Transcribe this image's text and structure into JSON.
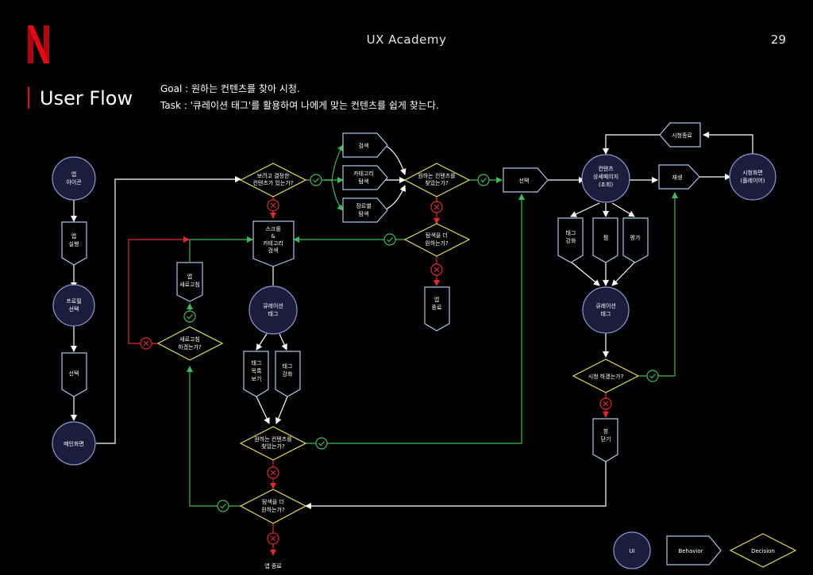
{
  "header": {
    "brand_logo_letter": "N",
    "center_title": "UX Academy",
    "page_number": "29"
  },
  "slide": {
    "title": "User Flow",
    "goal": "Goal : 원하는 컨텐츠를 찾아 시청.",
    "task": "Task : '큐레이션 태그'를 활용하여 나에게 맞는 컨텐츠를 쉽게 찾는다."
  },
  "colors": {
    "background": "#000000",
    "ui_circle_fill": "#1c1c3c",
    "behavior_stroke": "#a9c6e8",
    "decision_stroke": "#e8e24a",
    "yes_green": "#3dbb54",
    "no_red": "#e0282e",
    "brand_red": "#e50914"
  },
  "nodes": {
    "app_icon": [
      "앱",
      "아이콘"
    ],
    "app_run": [
      "앱",
      "실행"
    ],
    "profile_select": [
      "프로필",
      "선택"
    ],
    "select_left": [
      "선택"
    ],
    "main_screen": [
      "메인화면"
    ],
    "decision_content_decided": [
      "보려고 결정한",
      "컨텐츠가 있는가?"
    ],
    "search": [
      "검색"
    ],
    "category_explore": [
      "카테고리",
      "탐색"
    ],
    "genre_explore": [
      "장르별",
      "탐색"
    ],
    "decision_found_top": [
      "원하는 컨텐츠를",
      "찾았는가?"
    ],
    "select_right": [
      "선택"
    ],
    "scroll_category_search": [
      "스크롤",
      "&",
      "카테고리",
      "검색"
    ],
    "decision_explore_more_top": [
      "탐색을 더",
      "원하는가?"
    ],
    "app_exit_top": [
      "앱",
      "종료"
    ],
    "app_refresh": [
      "앱",
      "새로고침"
    ],
    "decision_refresh": [
      "새로고침",
      "하겠는가?"
    ],
    "curation_tag_left": [
      "큐레이션",
      "태그"
    ],
    "tag_list_view": [
      "태그",
      "목록",
      "보기"
    ],
    "tag_strengthen_left": [
      "태그",
      "강화"
    ],
    "decision_found_bottom": [
      "원하는 컨텐츠를",
      "찾았는가?"
    ],
    "decision_explore_more_bottom": [
      "탐색을 더",
      "원하는가?"
    ],
    "app_exit_bottom": [
      "앱 종료"
    ],
    "content_detail_page": [
      "컨텐츠",
      "상세페이지",
      "(조회)"
    ],
    "tag_strengthen_right": [
      "태그",
      "강화"
    ],
    "bookmark": [
      "찜"
    ],
    "rating": [
      "평가"
    ],
    "curation_tag_right": [
      "큐레이션",
      "태그"
    ],
    "decision_watch": [
      "시청 하겠는가?"
    ],
    "close_window": [
      "창",
      "닫기"
    ],
    "play": [
      "재생"
    ],
    "watch_end": [
      "시청종료"
    ],
    "watch_screen": [
      "시청화면",
      "(플레이어)"
    ]
  },
  "legend": {
    "ui": "UI",
    "behavior": "Behavior",
    "decision": "Decision"
  }
}
